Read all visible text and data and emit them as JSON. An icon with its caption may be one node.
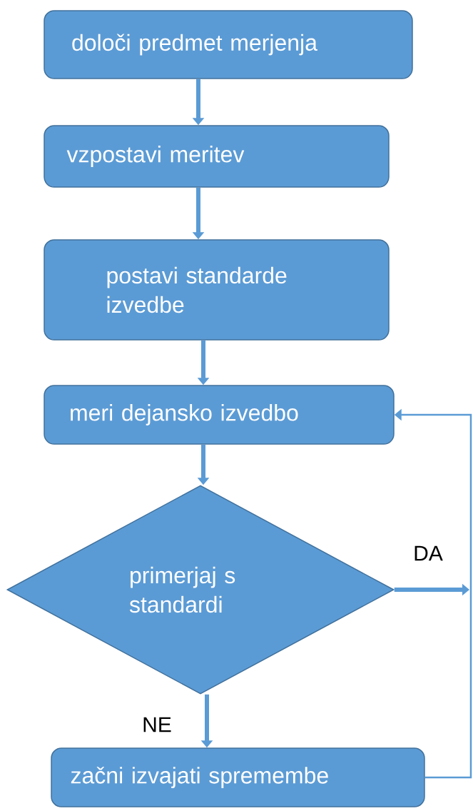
{
  "diagram": {
    "nodes": [
      {
        "text": [
          "določi predmet merjenja"
        ]
      },
      {
        "text": [
          "vzpostavi meritev"
        ]
      },
      {
        "text": [
          "postavi standarde izvedbe"
        ]
      },
      {
        "text": [
          "meri dejansko izvedbo"
        ]
      },
      {
        "text": [
          "primerjaj s standardi"
        ]
      },
      {
        "text": [
          "začni izvajati spremembe"
        ]
      }
    ],
    "edges": [
      {
        "from": 0,
        "to": 1,
        "arrow": "to"
      },
      {
        "from": 1,
        "to": 2,
        "arrow": "to"
      },
      {
        "from": 2,
        "to": 3,
        "arrow": "to"
      },
      {
        "from": 3,
        "to": 4,
        "arrow": "to"
      },
      {
        "from": 4,
        "to": 5,
        "arrow": "to",
        "label": "NE"
      },
      {
        "from": 4,
        "to": null,
        "arrow": "to",
        "label": "DA"
      },
      {
        "from": 5,
        "to": 3,
        "arrow": "to"
      }
    ]
  }
}
